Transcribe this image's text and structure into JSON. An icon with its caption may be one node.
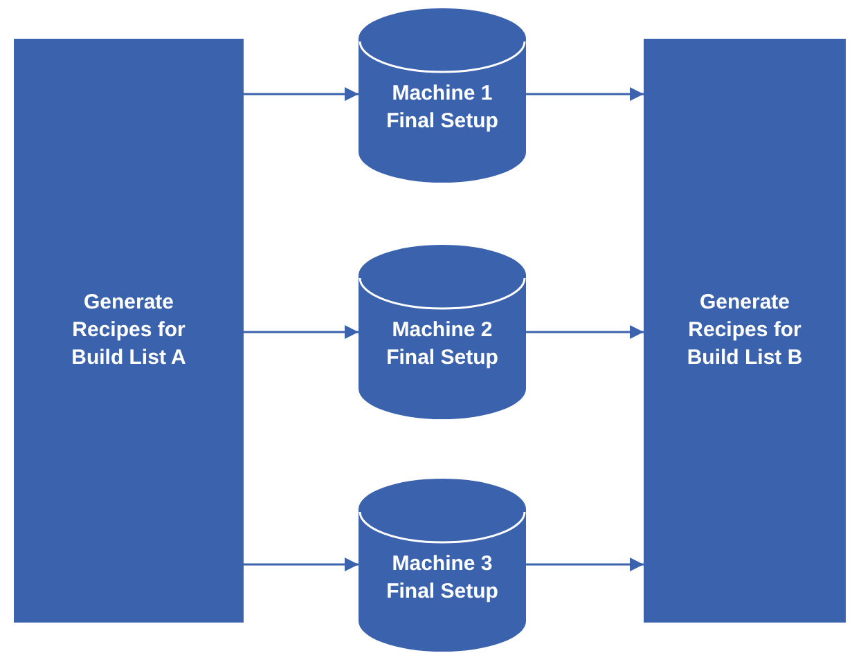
{
  "diagram": {
    "nodes": [
      {
        "text": [
          "Generate Recipes for Build List A"
        ]
      },
      {
        "text": [
          "Machine 1 Final Setup"
        ]
      },
      {
        "text": [
          "Machine 2 Final Setup"
        ]
      },
      {
        "text": [
          "Machine 3 Final Setup"
        ]
      },
      {
        "text": [
          "Generate Recipes for Build List B"
        ]
      }
    ],
    "edges": [
      {
        "from": 0,
        "to": 1,
        "arrow": "to"
      },
      {
        "from": 0,
        "to": 2,
        "arrow": "to"
      },
      {
        "from": 0,
        "to": 3,
        "arrow": "to"
      },
      {
        "from": 1,
        "to": 4,
        "arrow": "to"
      },
      {
        "from": 2,
        "to": 4,
        "arrow": "to"
      },
      {
        "from": 3,
        "to": 4,
        "arrow": "to"
      }
    ]
  }
}
